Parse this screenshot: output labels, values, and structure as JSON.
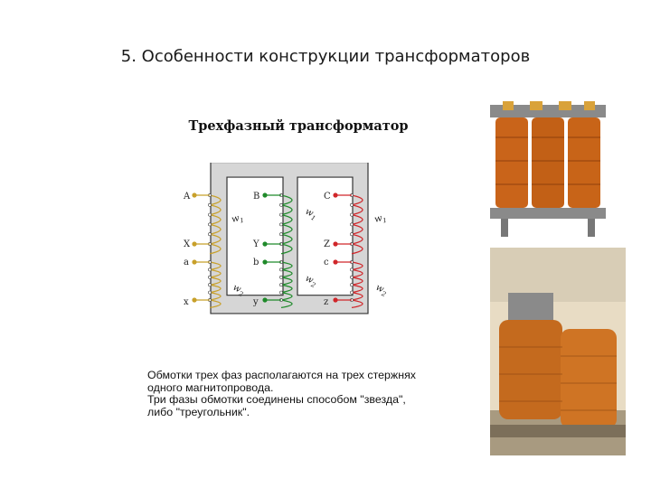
{
  "slide": {
    "title": "5. Особенности конструкции трансформаторов"
  },
  "diagram": {
    "title": "Трехфазный трансформатор",
    "terminals": {
      "A": "A",
      "X": "X",
      "a": "a",
      "x": "x",
      "B": "B",
      "Y": "Y",
      "b": "b",
      "y": "y",
      "C": "C",
      "Z": "Z",
      "c": "c",
      "z": "z"
    },
    "windings": {
      "w1": "w",
      "w2": "w",
      "sub1": "1",
      "sub2": "2"
    },
    "colors": {
      "phase_a": "#c8a02a",
      "phase_b": "#1f8a2a",
      "phase_c": "#d0262a",
      "core_fill": "#d6d6d6",
      "core_stroke": "#333333"
    }
  },
  "caption": {
    "text": "Обмотки трех фаз располагаются на трех стержнях\nодного магнитопровода.\nТри фазы обмотки соединены способом \"звезда\",\nлибо \"треугольник\"."
  },
  "photos": {
    "top": "transformer-photo-small",
    "bottom": "transformer-photo-large"
  }
}
